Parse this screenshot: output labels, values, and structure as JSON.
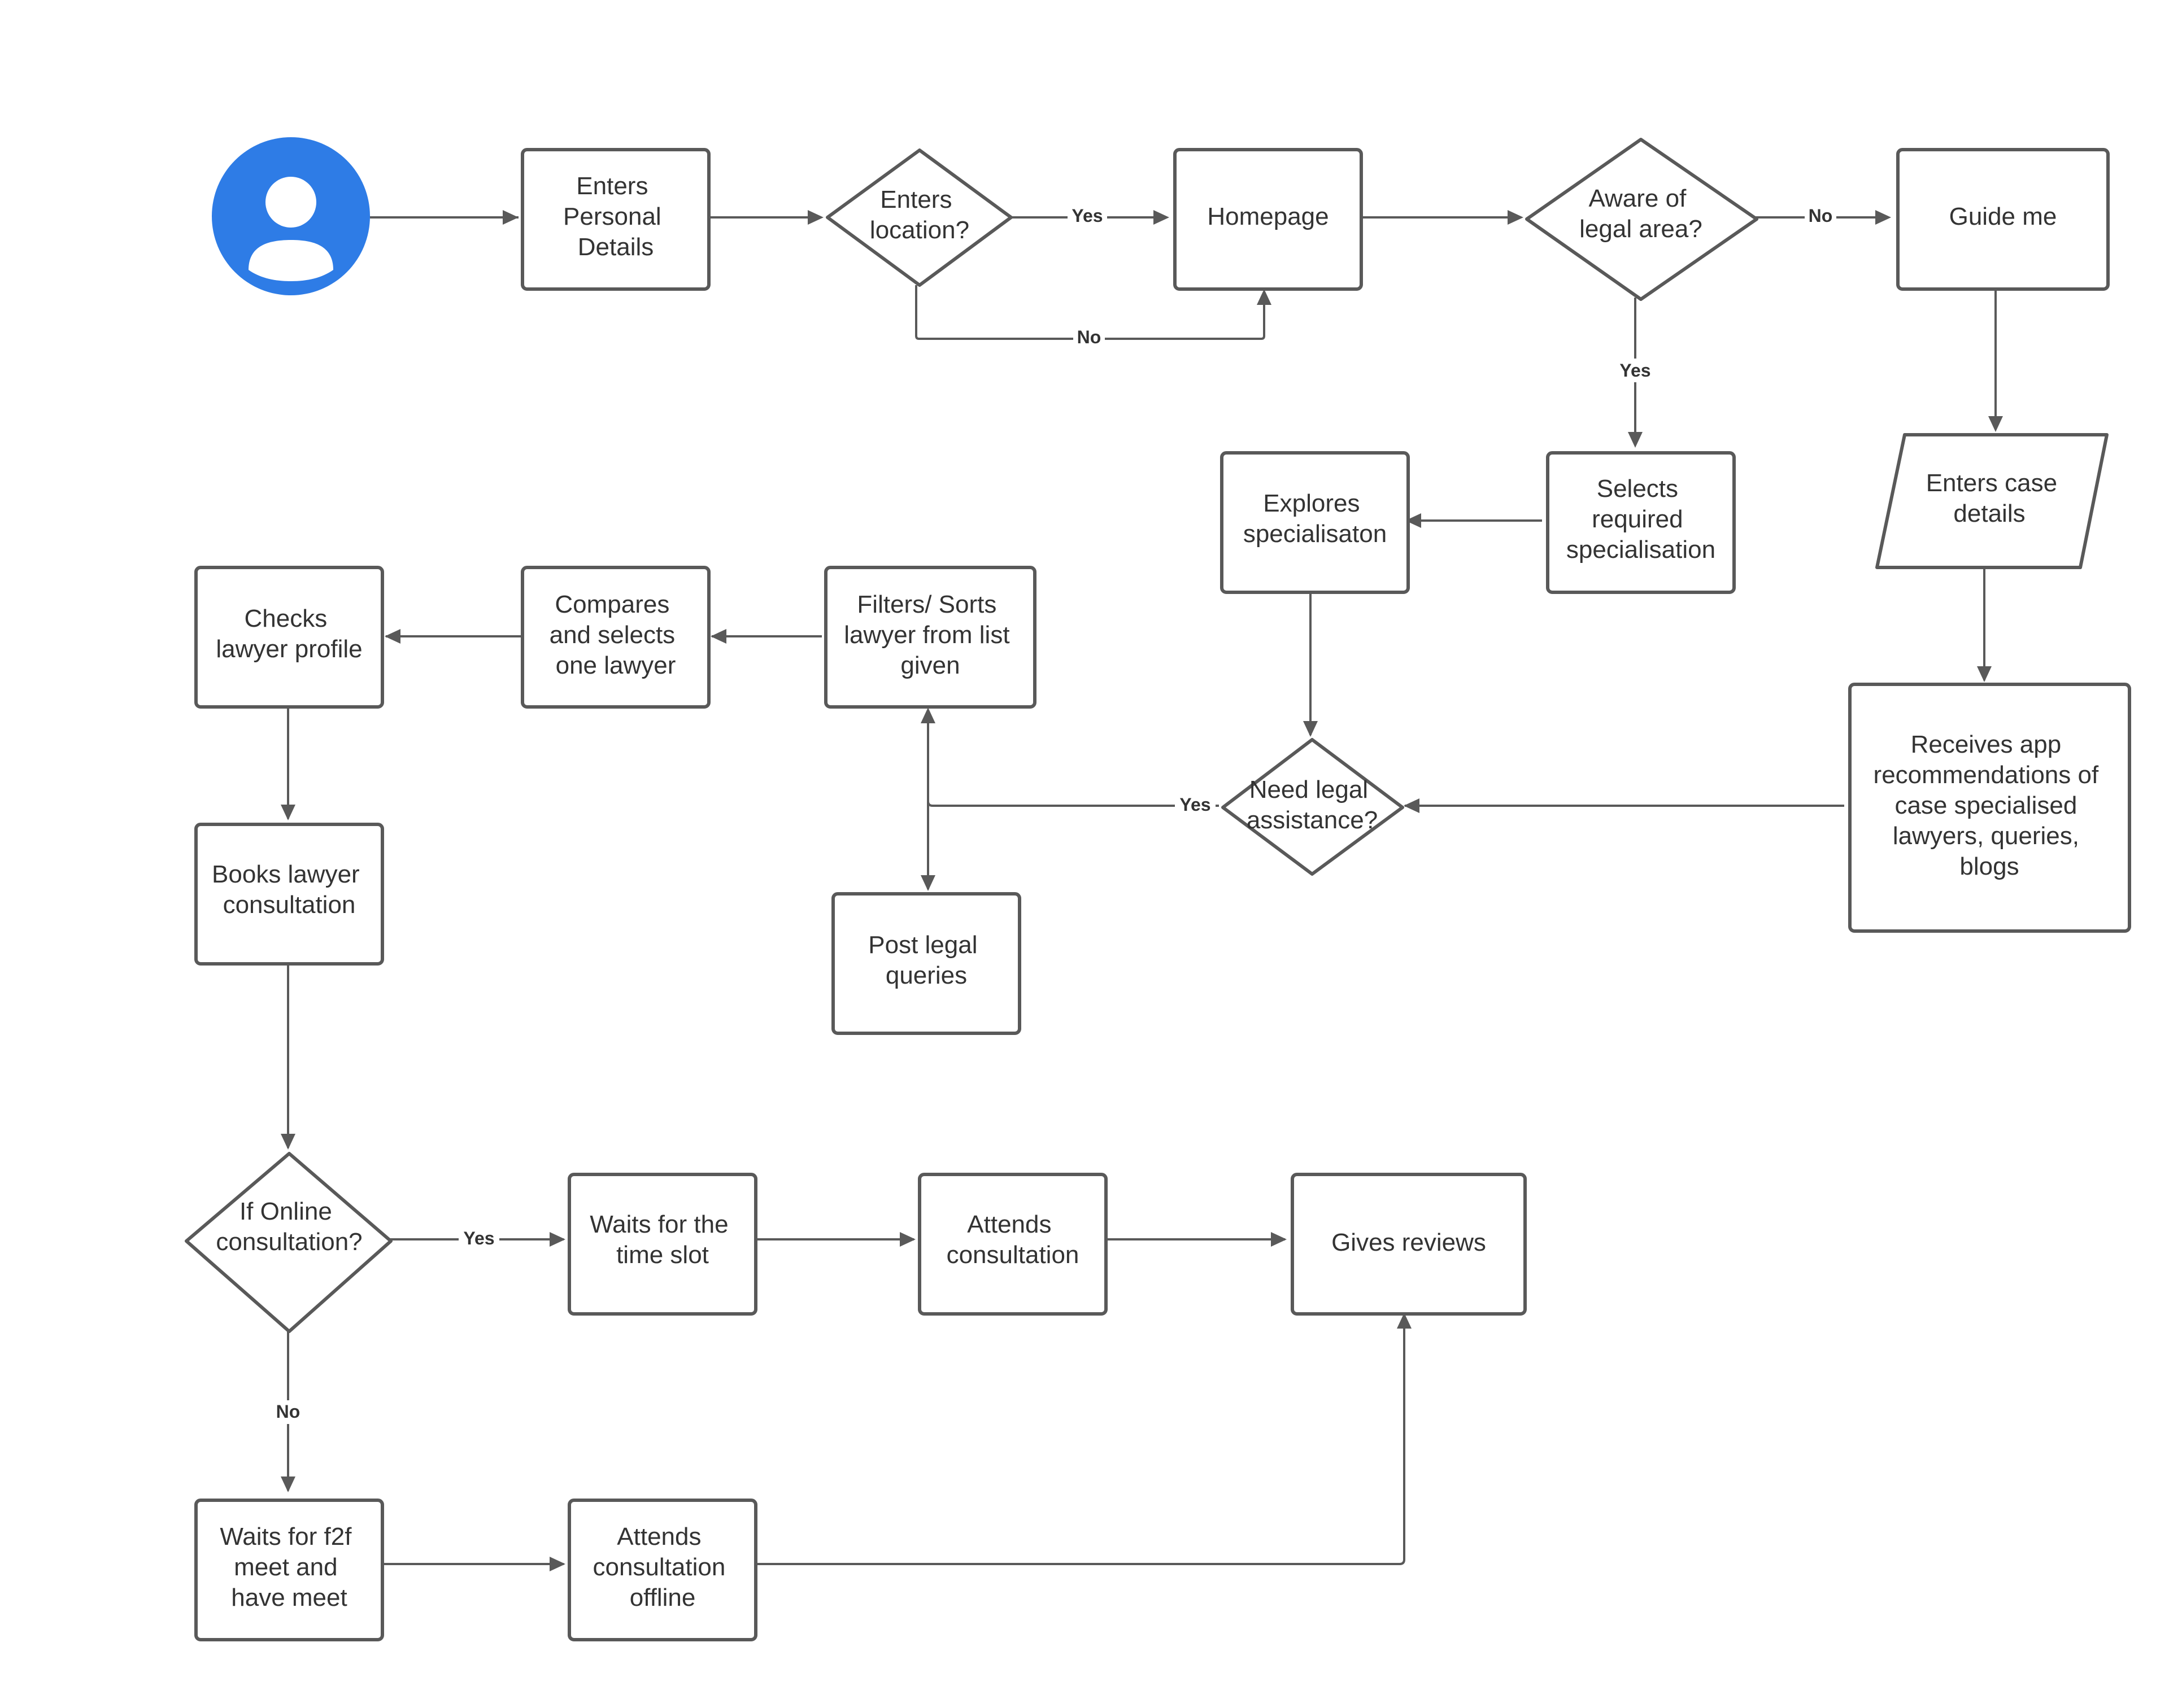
{
  "colors": {
    "stroke": "#595959",
    "text": "#333333",
    "user_icon": "#2e7ce6",
    "background": "#ffffff"
  },
  "icons": {
    "start": "user-avatar-icon"
  },
  "nodes": {
    "enters_personal_details": {
      "lines": [
        "Enters",
        "Personal",
        "Details"
      ]
    },
    "enters_location": {
      "lines": [
        "Enters",
        "location?"
      ]
    },
    "homepage": {
      "lines": [
        "Homepage"
      ]
    },
    "aware_legal_area": {
      "lines": [
        "Aware of",
        "legal area?"
      ]
    },
    "guide_me": {
      "lines": [
        "Guide me"
      ]
    },
    "selects_specialisation": {
      "lines": [
        "Selects",
        "required",
        "specialisation"
      ]
    },
    "explores_specialisation": {
      "lines": [
        "Explores",
        "specialisaton"
      ]
    },
    "enters_case_details": {
      "lines": [
        "Enters case",
        "details"
      ]
    },
    "receives_recommendations": {
      "lines": [
        "Receives app",
        "recommendations of",
        "case specialised",
        "lawyers, queries,",
        "blogs"
      ]
    },
    "need_legal_assistance": {
      "lines": [
        "Need legal",
        "assistance?"
      ]
    },
    "filters_sorts": {
      "lines": [
        "Filters/ Sorts",
        "lawyer from list",
        "given"
      ]
    },
    "post_legal_queries": {
      "lines": [
        "Post legal",
        "queries"
      ]
    },
    "compares_selects": {
      "lines": [
        "Compares",
        "and selects",
        "one lawyer"
      ]
    },
    "checks_profile": {
      "lines": [
        "Checks",
        "lawyer profile"
      ]
    },
    "books_consultation": {
      "lines": [
        "Books lawyer",
        "consultation"
      ]
    },
    "if_online": {
      "lines": [
        "If Online",
        "consultation?"
      ]
    },
    "waits_time_slot": {
      "lines": [
        "Waits for the",
        "time slot"
      ]
    },
    "attends_consultation": {
      "lines": [
        "Attends",
        "consultation"
      ]
    },
    "gives_reviews": {
      "lines": [
        "Gives reviews"
      ]
    },
    "waits_f2f": {
      "lines": [
        "Waits for f2f",
        "meet and",
        "have meet"
      ]
    },
    "attends_offline": {
      "lines": [
        "Attends",
        "consultation",
        "offline"
      ]
    }
  },
  "edge_labels": {
    "location_yes": "Yes",
    "location_no": "No",
    "aware_no": "No",
    "aware_yes": "Yes",
    "need_yes": "Yes",
    "online_yes": "Yes",
    "online_no": "No"
  }
}
